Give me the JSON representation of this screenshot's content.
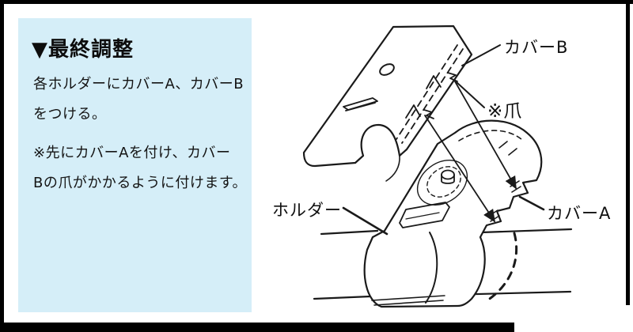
{
  "page": {
    "background": "#ffffff",
    "frame_color": "#000000"
  },
  "instruction_panel": {
    "background": "#d5eef8",
    "heading": "▼最終調整",
    "paragraph": {
      "line1": "各ホルダーにカバーA、カバーB",
      "line2": "をつける。"
    },
    "note": {
      "line1": "※先にカバーAを付け、カバー",
      "line2": "Bの爪がかかるように付けます。"
    }
  },
  "diagram": {
    "stroke_color": "#1a1a1a",
    "labels": {
      "cover_b": "カバーB",
      "claw": "※爪",
      "holder": "ホルダー",
      "cover_a": "カバーA"
    }
  }
}
